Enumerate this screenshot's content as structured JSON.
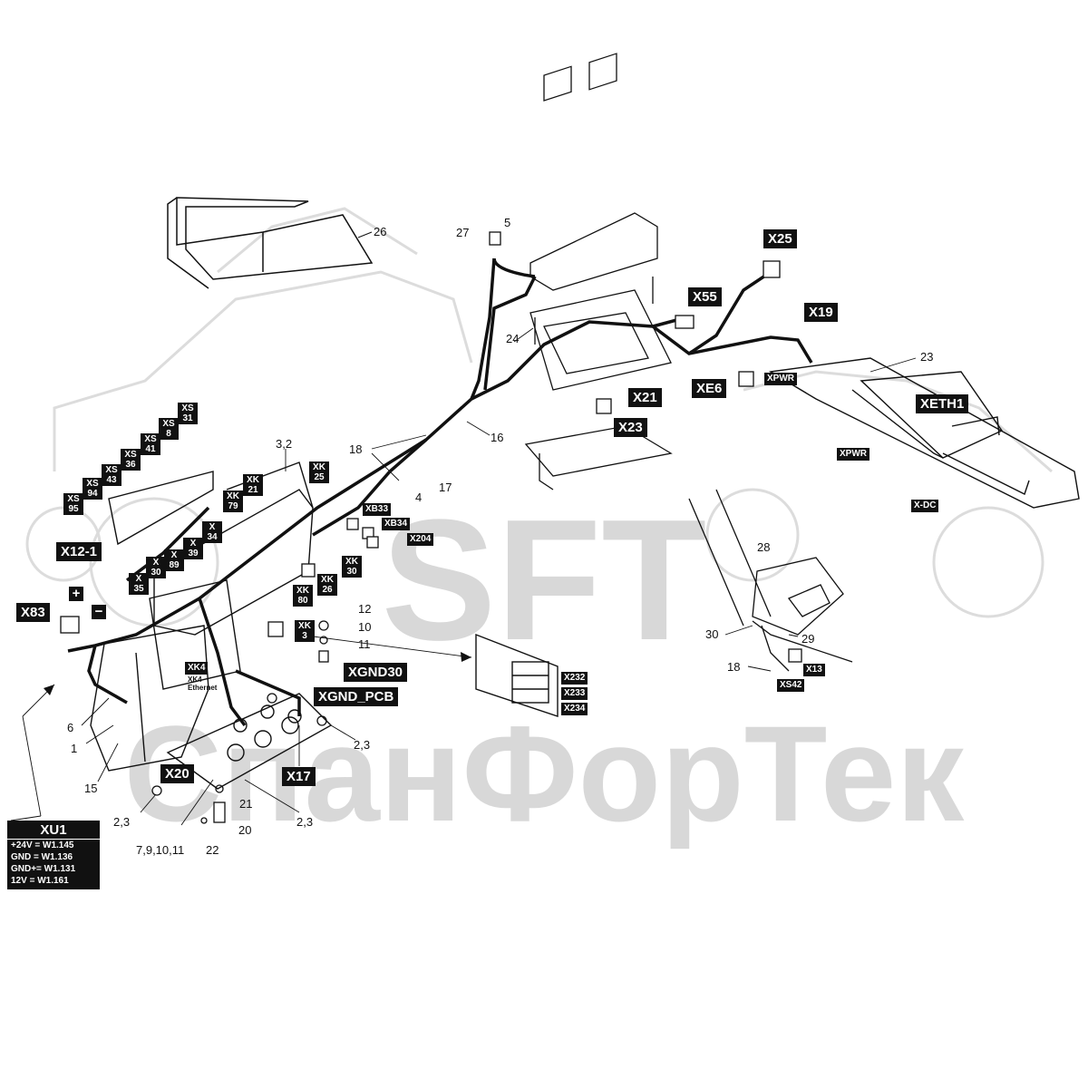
{
  "watermark": {
    "brand": "СпанФорТек",
    "logo_letters": "SFT"
  },
  "callouts": {
    "n26": "26",
    "n27": "27",
    "n5": "5",
    "n24": "24",
    "n23": "23",
    "n16": "16",
    "n18a": "18",
    "n3_2": "3,2",
    "n4": "4",
    "n17": "17",
    "n28": "28",
    "n30": "30",
    "n29": "29",
    "n18b": "18",
    "n12": "12",
    "n10": "10",
    "n11": "11",
    "n6": "6",
    "n1": "1",
    "n15": "15",
    "n2_3a": "2,3",
    "n2_3b": "2,3",
    "n2_3c": "2,3",
    "n21": "21",
    "n20": "20",
    "n22": "22",
    "n7_9_10_11": "7,9,10,11"
  },
  "connectors": {
    "X25": "X25",
    "X55": "X55",
    "X19": "X19",
    "X21": "X21",
    "XE6": "XE6",
    "X23": "X23",
    "XPWR_a": "XPWR",
    "XPWR_b": "XPWR",
    "XETH1": "XETH1",
    "X_DC": "X-DC",
    "X12_1": "X12-1",
    "X83": "X83",
    "XGND30": "XGND30",
    "XGND_PCB": "XGND_PCB",
    "X20": "X20",
    "X17": "X17",
    "X232": "X232",
    "X233": "X233",
    "X234": "X234",
    "X13": "X13",
    "XS42": "XS42",
    "XB33": "XB33",
    "XB34": "XB34",
    "X204": "X204",
    "XK4": "XK4"
  },
  "stacked": {
    "XS31": [
      "XS",
      "31"
    ],
    "XS8": [
      "XS",
      "8"
    ],
    "XS41": [
      "XS",
      "41"
    ],
    "XS36": [
      "XS",
      "36"
    ],
    "XS43": [
      "XS",
      "43"
    ],
    "XS94": [
      "XS",
      "94"
    ],
    "XS95": [
      "XS",
      "95"
    ],
    "XK25": [
      "XK",
      "25"
    ],
    "XK21": [
      "XK",
      "21"
    ],
    "XK79": [
      "XK",
      "79"
    ],
    "XK30": [
      "XK",
      "30"
    ],
    "XK26": [
      "XK",
      "26"
    ],
    "XK80": [
      "XK",
      "80"
    ],
    "XK3": [
      "XK",
      "3"
    ],
    "X34": [
      "X",
      "34"
    ],
    "X39": [
      "X",
      "39"
    ],
    "X89": [
      "X",
      "89"
    ],
    "X30": [
      "X",
      "30"
    ],
    "X35": [
      "X",
      "35"
    ]
  },
  "signs": {
    "plus": "+",
    "minus": "−"
  },
  "notes": {
    "xk4_ethernet": [
      "XK4",
      "Ethernet"
    ]
  },
  "xu1": {
    "title": "XU1",
    "rows": [
      "+24V  =  W1.145",
      "GND  =  W1.136",
      "GND+=  W1.131",
      "12V  =  W1.161"
    ]
  }
}
